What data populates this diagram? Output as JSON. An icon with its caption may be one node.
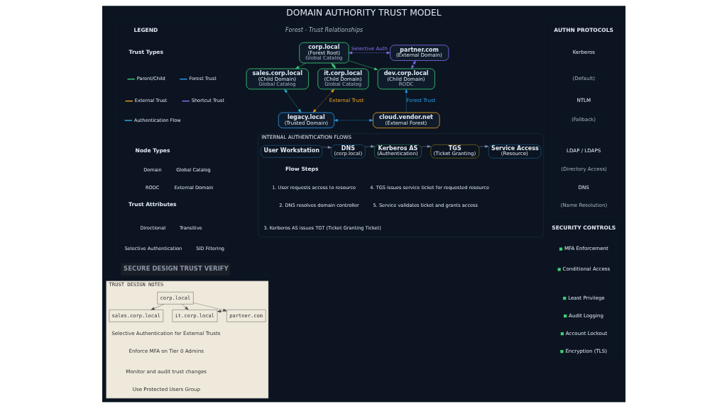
{
  "diagram": {
    "title": "DOMAIN AUTHORITY TRUST MODEL",
    "nodes": [
      {
        "text": [
          "corp.local",
          "(Forest Root)",
          "Global Catalog"
        ]
      },
      {
        "text": [
          "sales.corp.local",
          "(Child Domain)",
          "Global Catalog"
        ]
      },
      {
        "text": [
          "it.corp.local",
          "(Child Domain)",
          "Global Catalog"
        ]
      },
      {
        "text": [
          "dev.corp.local",
          "(Child Domain)",
          "RODC"
        ]
      },
      {
        "text": [
          "partner.com",
          "(External Domain)"
        ]
      },
      {
        "text": [
          "legacy.local",
          "(Trusted Domain)"
        ]
      },
      {
        "text": [
          "cloud.vendor.net",
          "(External Forest)"
        ]
      },
      {
        "text": [
          "INTERNAL AUTHENTICATION FLOWS"
        ]
      },
      {
        "text": [
          "User Workstation"
        ],
        "in": 7
      },
      {
        "text": [
          "DNS",
          "(corp.local)"
        ],
        "in": 7
      },
      {
        "text": [
          "Kerberos AS",
          "(Authentication)"
        ],
        "in": 7
      },
      {
        "text": [
          "TGS",
          "(Ticket Granting)"
        ],
        "in": 7
      },
      {
        "text": [
          "Service Access",
          "(Resource)"
        ],
        "in": 7
      },
      {
        "text": [
          "TRUST DESIGN NOTES"
        ]
      },
      {
        "text": [
          "corp.local"
        ],
        "in": 13
      },
      {
        "text": [
          "sales.corp.local"
        ],
        "in": 13
      },
      {
        "text": [
          "it.corp.local"
        ],
        "in": 13
      },
      {
        "text": [
          "partner.com"
        ],
        "in": 13
      }
    ],
    "edges": [
      {
        "from": 0,
        "to": 1,
        "arrow": "to",
        "color": "#3ecf7a"
      },
      {
        "from": 0,
        "to": 2,
        "arrow": "both",
        "color": "#3ecf7a"
      },
      {
        "from": 0,
        "to": 3,
        "arrow": "to",
        "color": "#3ecf7a"
      },
      {
        "from": 4,
        "to": 0,
        "arrow": "both",
        "label": "Selective Auth",
        "style": "dashed",
        "color": "#8a6cf0"
      },
      {
        "from": 4,
        "to": 3,
        "arrow": "both",
        "style": "dashed",
        "color": "#8a6cf0"
      },
      {
        "from": 1,
        "to": 5,
        "arrow": "both",
        "style": "dashed",
        "color": "#2bb8e0"
      },
      {
        "from": 2,
        "to": 5,
        "arrow": "both",
        "label": "External Trust",
        "style": "dashed",
        "color": "#f0a020"
      },
      {
        "from": 5,
        "to": 6,
        "arrow": "both",
        "style": "dashed",
        "color": "#2b9cf0"
      },
      {
        "from": 6,
        "to": 3,
        "arrow": "to",
        "label": "Forest Trust",
        "style": "dashed",
        "color": "#2b9cf0"
      },
      {
        "from": 8,
        "to": 9,
        "arrow": "to"
      },
      {
        "from": 9,
        "to": 10,
        "arrow": "to"
      },
      {
        "from": 10,
        "to": 11,
        "arrow": "to"
      },
      {
        "from": 11,
        "to": 12,
        "arrow": "to"
      },
      {
        "from": 14,
        "to": 15,
        "arrow": "to",
        "color": "#444444"
      },
      {
        "from": 14,
        "to": 16,
        "arrow": "to",
        "color": "#444444"
      },
      {
        "from": 14,
        "to": 17,
        "arrow": "to",
        "style": "dashed",
        "color": "#444444"
      },
      {
        "from": 17,
        "to": 16,
        "arrow": "to",
        "color": "#444444"
      }
    ],
    "labels": [
      "Forest - Trust Relationships",
      "LEGEND",
      "Trust Types",
      "Node Types",
      "Domain",
      "Global Catalog",
      "RODC",
      "External Domain",
      "Trust Attributes",
      "Directional",
      "Transitive",
      "Selective Authentication",
      "SID Filtering",
      "AUTHN PROTOCOLS",
      "Kerberos",
      "(Default)",
      "NTLM",
      "(Fallback)",
      "LDAP / LDAPS",
      "(Directory Access)",
      "DNS",
      "(Name Resolution)",
      "SECURITY CONTROLS",
      "MFA Enforcement",
      "Conditional Access",
      "Least Privilege",
      "Audit Logging",
      "Account Lockout",
      "Encryption (TLS)",
      "Flow Steps",
      "1. User requests access to resource",
      "2. DNS resolves domain controller",
      "3. Kerberos AS issues TGT (Ticket Granting Ticket)",
      "4. TGS issues service ticket for requested resource",
      "5. Service validates ticket and grants access",
      "SECURE DESIGN TRUST VERIFY",
      "Selective Authentication for External Trusts",
      "Enforce MFA on Tier 0 Admins",
      "Monitor and audit trust changes",
      "Use Protected Users Group"
    ],
    "legend": [
      {
        "text": "Parent/Child"
      },
      {
        "text": "Forest Trust"
      },
      {
        "text": "External Trust"
      },
      {
        "text": "Shortcut Trust"
      },
      {
        "text": "Authentication Flow"
      }
    ]
  }
}
